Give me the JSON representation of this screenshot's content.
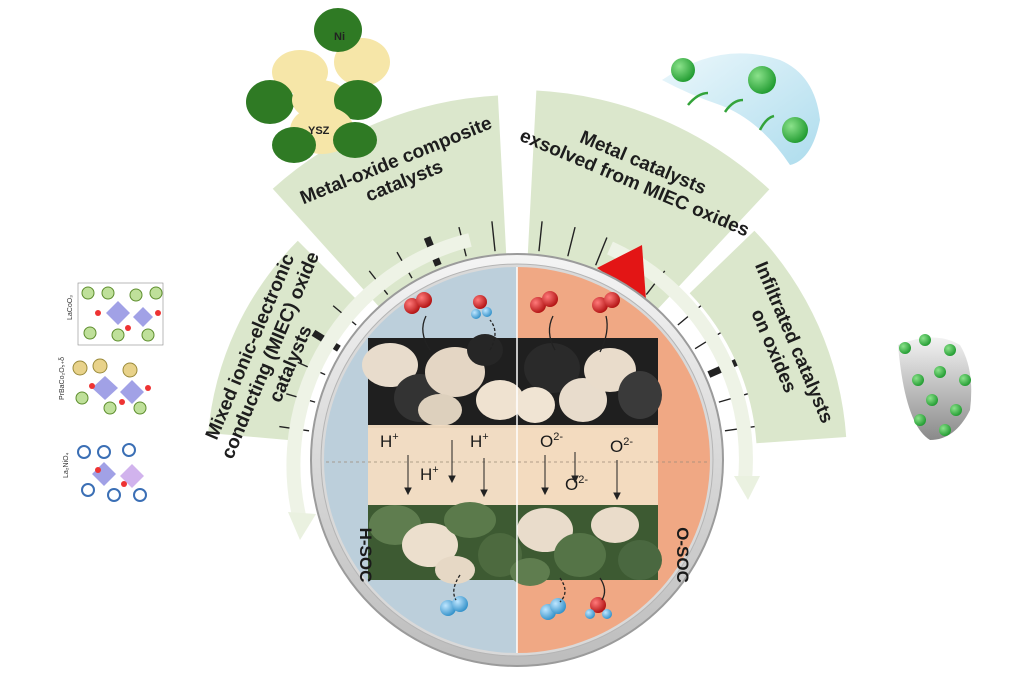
{
  "segments": [
    {
      "id": "miec",
      "lines": [
        "Mixed ionic-electronic",
        "conducting (MIEC) oxide",
        "catalysts"
      ]
    },
    {
      "id": "composite",
      "lines": [
        "Metal-oxide composite",
        "catalysts"
      ]
    },
    {
      "id": "exsolved",
      "lines": [
        "Metal catalysts",
        "exsolved from MIEC oxides"
      ]
    },
    {
      "id": "infiltrated",
      "lines": [
        "Infiltrated catalysts",
        "on oxides"
      ]
    }
  ],
  "center": {
    "left_label": "H-SOC",
    "right_label": "O-SOC",
    "left_ions": [
      {
        "base": "H",
        "sup": "+"
      },
      {
        "base": "H",
        "sup": "+"
      },
      {
        "base": "H",
        "sup": "+"
      }
    ],
    "right_ions": [
      {
        "base": "O",
        "sup": "2-"
      },
      {
        "base": "O",
        "sup": "2-"
      },
      {
        "base": "O",
        "sup": "2-"
      }
    ]
  },
  "materials": {
    "ni": "Ni",
    "ysz": "YSZ",
    "miec_formulas": [
      "LaCoO₃",
      "PrBaCo₂O₅₊δ",
      "La₂NiO₄"
    ]
  },
  "colors": {
    "segment_fill": "#dbe7cc",
    "h_soc_bg": "#bccfdb",
    "o_soc_bg": "#f0a884",
    "pointer": "#e31515",
    "electrolyte": "#f3ddc2",
    "ni_green": "#2f7a24",
    "ysz_yellow": "#f6e6a8"
  },
  "icons": [
    "pointer-triangle",
    "gauge-ring",
    "molecule-icon",
    "crystal-structure-icon"
  ]
}
